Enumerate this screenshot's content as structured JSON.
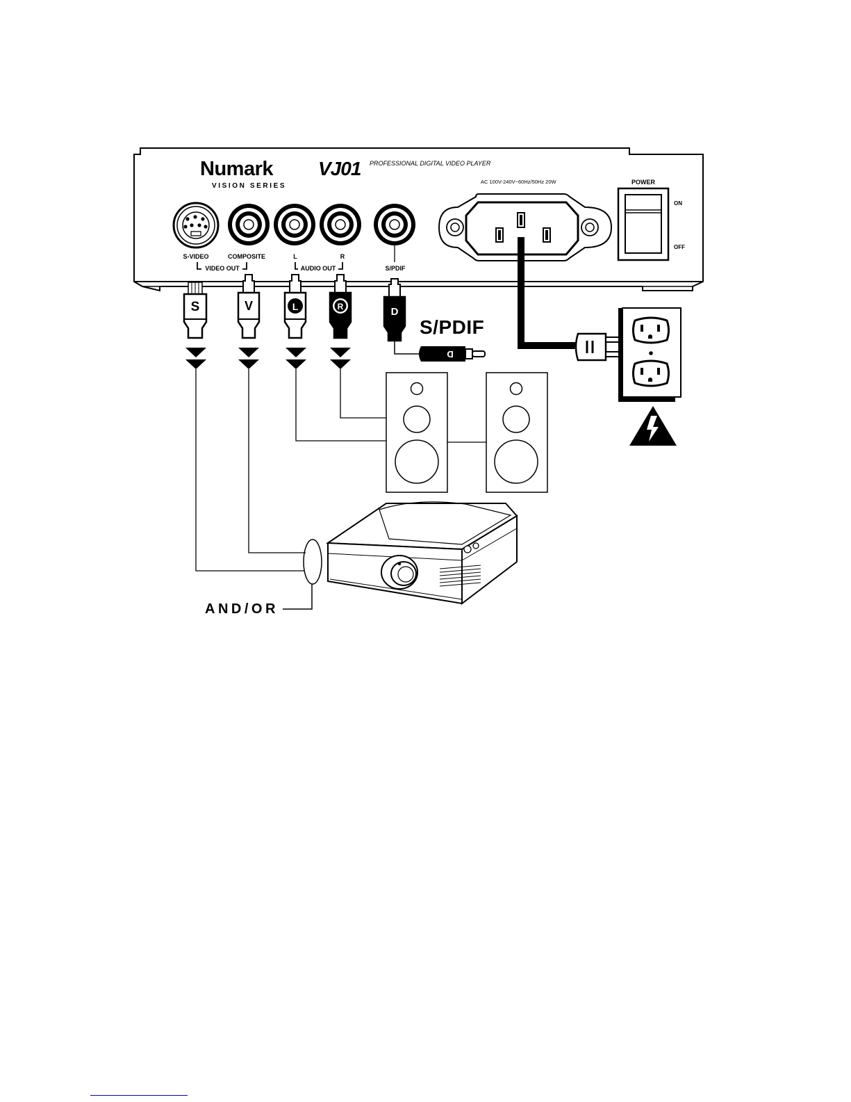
{
  "device": {
    "brand": "Numark",
    "series": "VISION SERIES",
    "model": "VJ01",
    "tagline": "PROFESSIONAL DIGITAL VIDEO PLAYER",
    "power_rating": "AC 100V-240V~60Hz/50Hz 20W",
    "power_switch": {
      "label": "POWER",
      "on": "ON",
      "off": "OFF"
    }
  },
  "ports": {
    "svideo": "S-VIDEO",
    "composite": "COMPOSITE",
    "left": "L",
    "right": "R",
    "spdif": "S/PDIF",
    "video_group": "VIDEO OUT",
    "audio_group": "AUDIO OUT"
  },
  "plugs": {
    "s": "S",
    "v": "V",
    "l": "L",
    "r": "R",
    "d": "D"
  },
  "spdif_callout": "S/PDIF",
  "andor": "AND/OR"
}
